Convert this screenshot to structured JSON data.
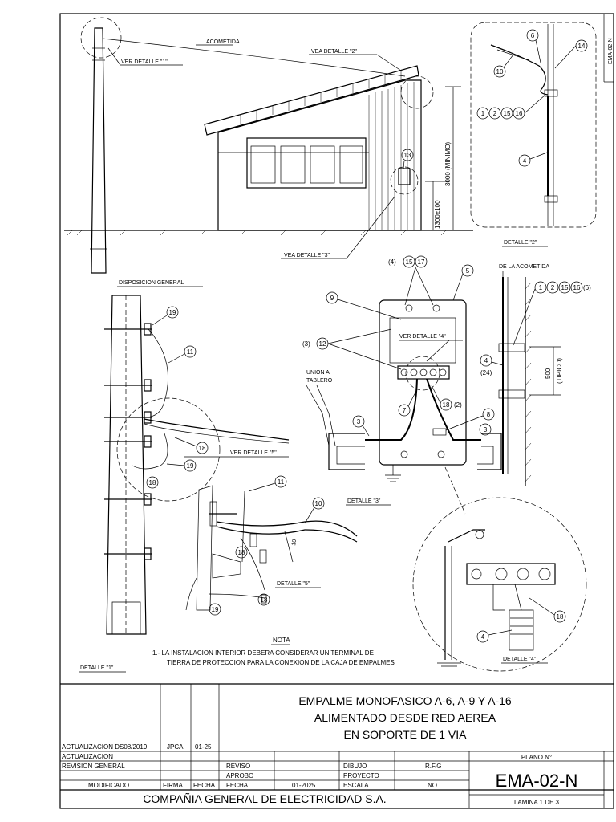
{
  "drawing": {
    "labels": {
      "acometida": "ACOMETIDA",
      "ver_detalle_1": "VER DETALLE \"1\"",
      "vea_detalle_2": "VEA DETALLE \"2\"",
      "vea_detalle_3": "VEA DETALLE \"3\"",
      "minimo": "3000 (MINIMO)",
      "altura_caja": "1300±100",
      "detalle_2": "DETALLE \"2\"",
      "de_la_acometida": "DE LA ACOMETIDA",
      "disposicion_general": "DISPOSICION GENERAL",
      "ver_detalle_4": "VER DETALLE \"4\"",
      "union_a": "UNION A",
      "tablero": "TABLERO",
      "ver_detalle_5": "VER DETALLE \"5\"",
      "detalle_3": "DETALLE \"3\"",
      "detalle_5": "DETALLE \"5\"",
      "detalle_1": "DETALLE \"1\"",
      "detalle_4": "DETALLE \"4\"",
      "tipico_500": "500",
      "tipico": "(TIPICO)",
      "dim_10": "10",
      "side_code": "EMA-02-N"
    },
    "bubbles": {
      "b6": "6",
      "b14": "14",
      "b10": "10",
      "b4": "4",
      "b13": "13",
      "b1": "1",
      "b2": "2",
      "b15": "15",
      "b16": "16",
      "b5": "5",
      "b9": "9",
      "b12": "12",
      "b17": "17",
      "b7": "7",
      "b8": "8",
      "b3": "3",
      "b18": "18",
      "b19": "19",
      "b11": "11"
    },
    "paren_notes": {
      "p4": "(4)",
      "p3": "(3)",
      "p2": "(2)",
      "p6": "(6)",
      "p24": "(24)"
    },
    "nota": {
      "title": "NOTA",
      "line1": "1.- LA INSTALACION INTERIOR DEBERA CONSIDERAR UN TERMINAL DE",
      "line2": "TIERRA DE PROTECCION PARA LA CONEXION DE LA CAJA DE EMPALMES"
    }
  },
  "title_block": {
    "title_line1": "EMPALME MONOFASICO A-6, A-9 Y A-16",
    "title_line2": "ALIMENTADO DESDE RED AEREA",
    "title_line3": "EN SOPORTE DE 1 VIA",
    "revisions": [
      {
        "desc": "ACTUALIZACION DS08/2019",
        "firma": "JPCA",
        "fecha": "01-25"
      },
      {
        "desc": "ACTUALIZACION",
        "firma": "",
        "fecha": ""
      },
      {
        "desc": "REVISION GENERAL",
        "firma": "",
        "fecha": ""
      }
    ],
    "header_modificado": "MODIFICADO",
    "header_firma": "FIRMA",
    "header_fecha": "FECHA",
    "reviso_label": "REVISO",
    "aprobo_label": "APROBO",
    "fecha_label": "FECHA",
    "fecha_value": "01-2025",
    "dibujo_label": "DIBUJO",
    "dibujo_value": "R.F.G",
    "proyecto_label": "PROYECTO",
    "escala_label": "ESCALA",
    "escala_value": "NO",
    "plano_label": "PLANO N°",
    "plano_value": "EMA-02-N",
    "lamina": "LAMINA 1 DE 3",
    "company": "COMPAÑIA GENERAL DE ELECTRICIDAD S.A."
  }
}
